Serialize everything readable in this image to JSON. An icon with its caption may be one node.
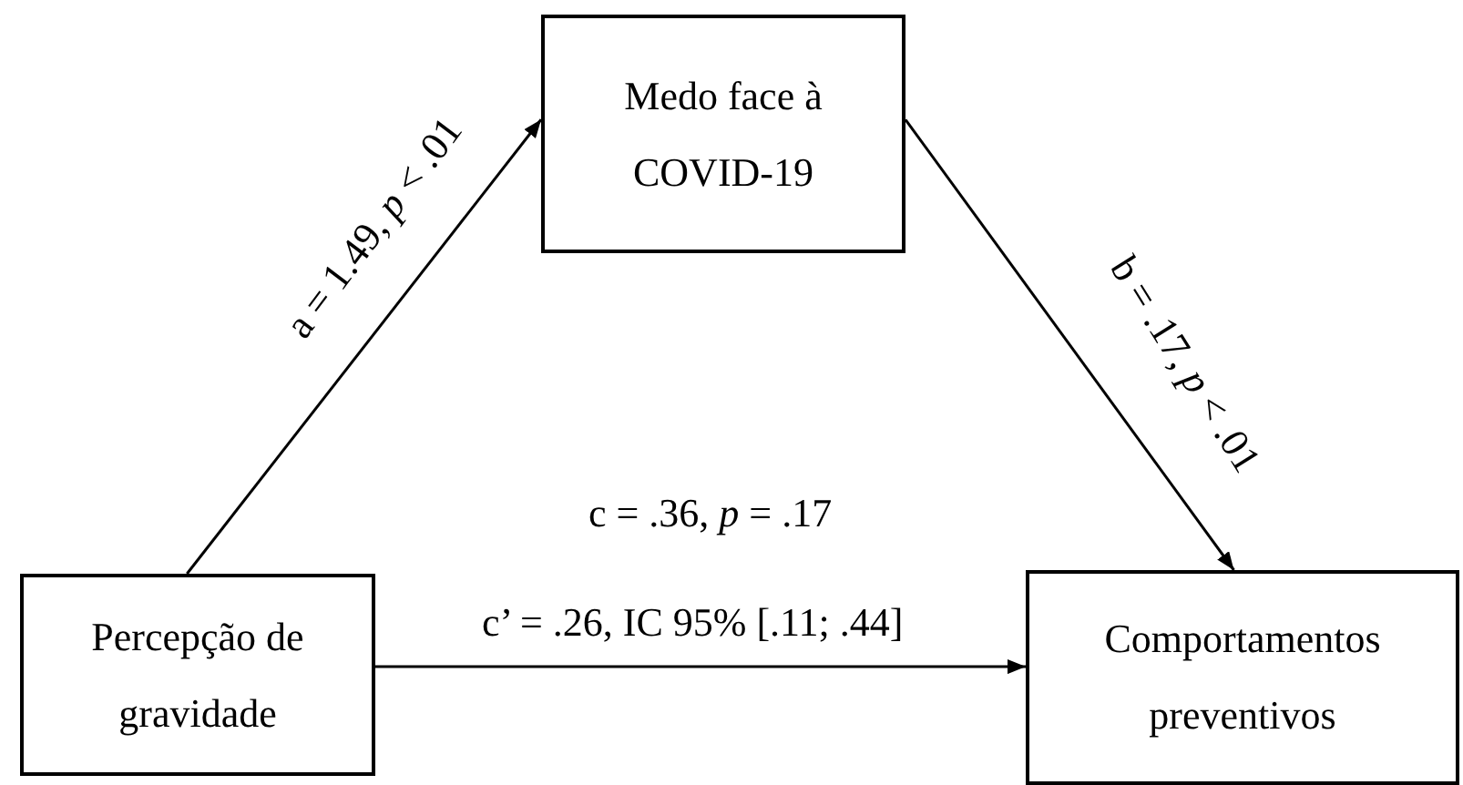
{
  "diagram": {
    "nodes": [
      {
        "text": [
          "Medo face à COVID-19"
        ]
      },
      {
        "text": [
          "Percepção de gravidade"
        ]
      },
      {
        "text": [
          "Comportamentos preventivos"
        ]
      }
    ],
    "edges": [
      {
        "from": 1,
        "to": 0,
        "arrow": "to",
        "label": "a = 1.49, *p* < .01"
      },
      {
        "from": 0,
        "to": 2,
        "arrow": "to",
        "label": "b = .17, *p* < .01"
      },
      {
        "from": 1,
        "to": 2,
        "arrow": "to",
        "label": "c’ = .26, IC 95% [.11; .44]"
      }
    ],
    "labels": [
      "c = .36, *p* = .17"
    ]
  }
}
